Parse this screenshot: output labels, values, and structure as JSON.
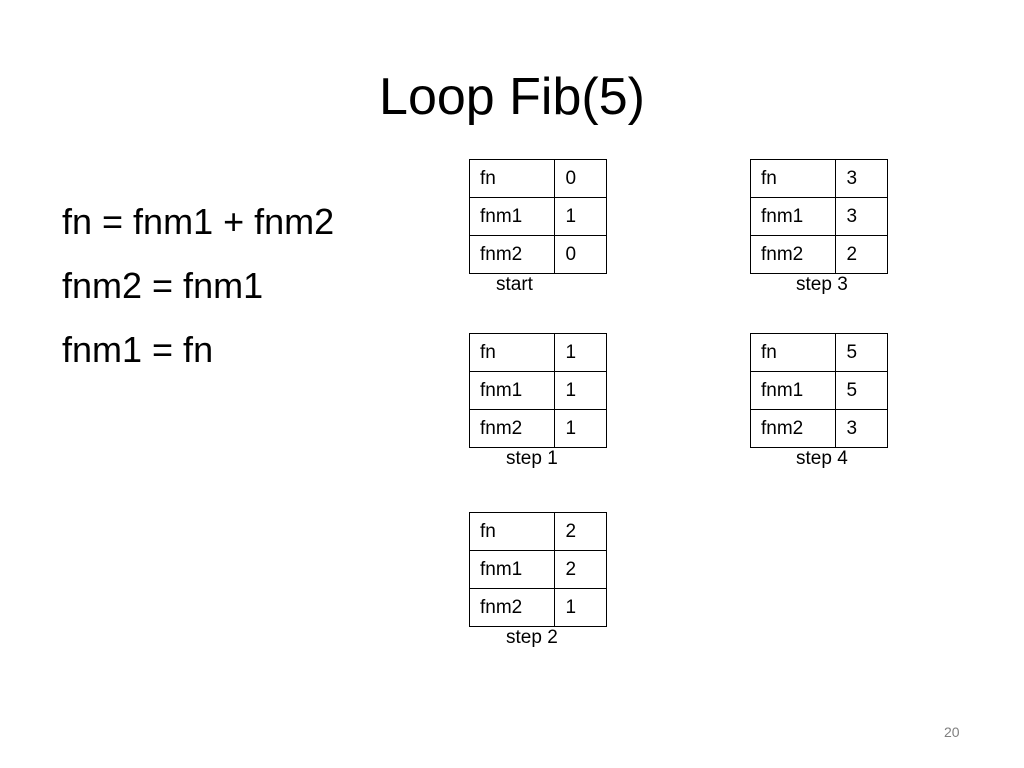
{
  "slide": {
    "title": "Loop Fib(5)",
    "page_number": "20"
  },
  "code": {
    "lines": [
      "fn = fnm1 + fnm2",
      "fnm2 = fnm1",
      "fnm1 = fn"
    ]
  },
  "states": [
    {
      "caption": "start",
      "rows": [
        {
          "name": "fn",
          "value": "0"
        },
        {
          "name": "fnm1",
          "value": "1"
        },
        {
          "name": "fnm2",
          "value": "0"
        }
      ]
    },
    {
      "caption": "step 1",
      "rows": [
        {
          "name": "fn",
          "value": "1"
        },
        {
          "name": "fnm1",
          "value": "1"
        },
        {
          "name": "fnm2",
          "value": "1"
        }
      ]
    },
    {
      "caption": "step 2",
      "rows": [
        {
          "name": "fn",
          "value": "2"
        },
        {
          "name": "fnm1",
          "value": "2"
        },
        {
          "name": "fnm2",
          "value": "1"
        }
      ]
    },
    {
      "caption": "step 3",
      "rows": [
        {
          "name": "fn",
          "value": "3"
        },
        {
          "name": "fnm1",
          "value": "3"
        },
        {
          "name": "fnm2",
          "value": "2"
        }
      ]
    },
    {
      "caption": "step 4",
      "rows": [
        {
          "name": "fn",
          "value": "5"
        },
        {
          "name": "fnm1",
          "value": "5"
        },
        {
          "name": "fnm2",
          "value": "3"
        }
      ]
    }
  ]
}
